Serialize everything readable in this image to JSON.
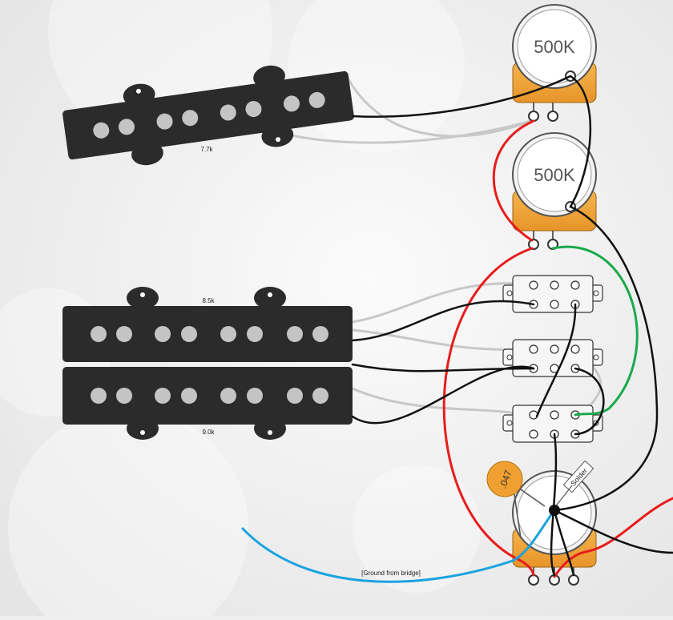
{
  "diagram": {
    "colors": {
      "background": "#efefef",
      "pickup": "#2b2b2b",
      "pole": "#c4c4c4",
      "pot_body": "#f2a63a",
      "capacitor": "#f0a030",
      "wire_black": "#111111",
      "wire_gray": "#c8c8c8",
      "wire_red": "#e81c1c",
      "wire_green": "#19a94a",
      "wire_blue": "#1ba3e0"
    },
    "pickups": [
      {
        "name": "neck-pickup",
        "resistance_label": "7.7k"
      },
      {
        "name": "bridge-pickup-top",
        "resistance_label": "8.5k"
      },
      {
        "name": "bridge-pickup-bottom",
        "resistance_label": "9.0k"
      }
    ],
    "pots": [
      {
        "name": "volume-pot-1",
        "value_label": "500K"
      },
      {
        "name": "volume-pot-2",
        "value_label": "500K"
      },
      {
        "name": "tone-pot",
        "value_label": ""
      }
    ],
    "capacitor": {
      "value_label": ".047"
    },
    "solder_label": "Solder",
    "ground_label": "[Ground from bridge]",
    "switches": [
      {
        "name": "switch-1"
      },
      {
        "name": "switch-2"
      },
      {
        "name": "switch-3"
      }
    ]
  }
}
